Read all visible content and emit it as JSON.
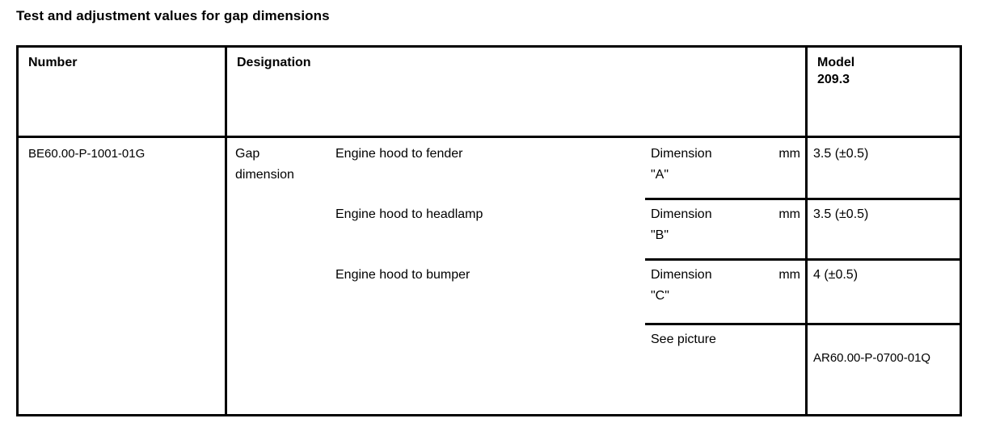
{
  "document": {
    "title": "Test and adjustment values for gap dimensions"
  },
  "table": {
    "headers": {
      "number": "Number",
      "designation": "Designation",
      "model_label": "Model",
      "model_value": "209.3"
    },
    "row": {
      "number": "BE60.00-P-1001-01G",
      "group_label": "Gap\ndimension",
      "entries": [
        {
          "description": "Engine hood to fender",
          "dimension_label": "Dimension",
          "dimension_unit": "mm",
          "dimension_id": "\"A\"",
          "value": "3.5 (±0.5)"
        },
        {
          "description": "Engine hood to headlamp",
          "dimension_label": "Dimension",
          "dimension_unit": "mm",
          "dimension_id": "\"B\"",
          "value": "3.5 (±0.5)"
        },
        {
          "description": "Engine hood to bumper",
          "dimension_label": "Dimension",
          "dimension_unit": "mm",
          "dimension_id": "\"C\"",
          "value": "4 (±0.5)"
        }
      ],
      "picture_ref": {
        "label": "See picture",
        "value": "AR60.00-P-0700-01Q"
      }
    }
  }
}
